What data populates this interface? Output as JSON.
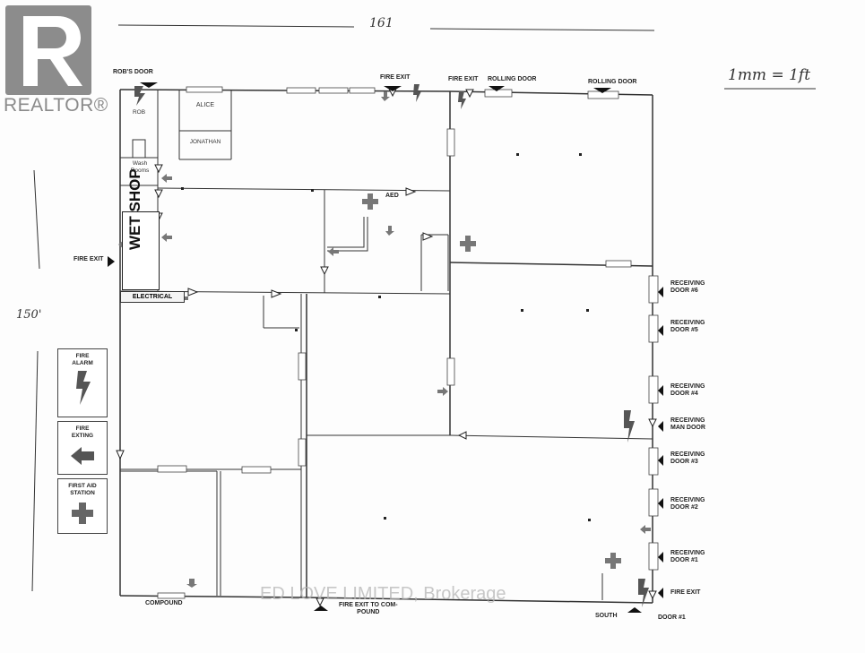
{
  "brand": {
    "logo_text": "REALTOR®",
    "watermark": "ED LOVE LIMITED, Brokerage"
  },
  "annotations": {
    "dimension_top": "161",
    "dimension_left": "150'",
    "scale": "1mm = 1ft"
  },
  "labels": {
    "robs_door": "ROB'S DOOR",
    "fire_exit_top1": "FIRE EXIT",
    "fire_exit_top2": "FIRE EXIT",
    "rolling_door_1": "ROLLING DOOR",
    "rolling_door_2": "ROLLING DOOR",
    "aed": "AED",
    "fire_exit_left": "FIRE EXIT",
    "electrical": "ELECTRICAL",
    "wet_shop": "WET SHOP",
    "receiving_door_6": "RECEIVING\nDOOR #6",
    "receiving_door_5": "RECEIVING\nDOOR #5",
    "receiving_door_4": "RECEIVING\nDOOR #4",
    "receiving_man_door": "RECEIVING\nMAN DOOR",
    "receiving_door_3": "RECEIVING\nDOOR #3",
    "receiving_door_2": "RECEIVING\nDOOR #2",
    "receiving_door_1": "RECEIVING\nDOOR #1",
    "fire_exit_right": "FIRE EXIT",
    "compound": "COMPOUND",
    "fire_exit_compound": "FIRE EXIT TO COM-\nPOUND",
    "south": "SOUTH",
    "door_1": "DOOR #1"
  },
  "rooms": {
    "rob": "ROB",
    "alice": "ALICE",
    "jonathan": "JONATHAN",
    "washrooms": "Wash\nRooms"
  },
  "legend": [
    {
      "label": "FIRE\nALARM",
      "icon": "lightning-icon"
    },
    {
      "label": "FIRE\nEXTING",
      "icon": "arrow-left-icon"
    },
    {
      "label": "FIRST AID\nSTATION",
      "icon": "cross-icon"
    }
  ]
}
